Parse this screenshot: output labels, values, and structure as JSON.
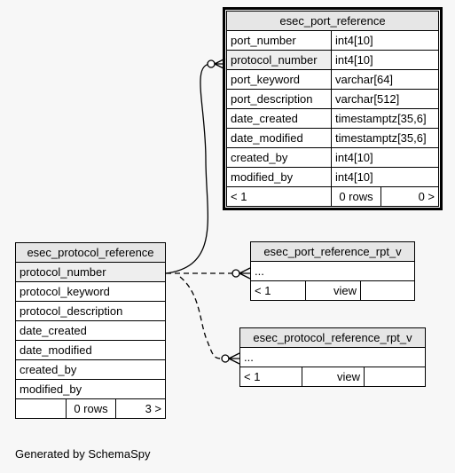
{
  "port_ref": {
    "name": "esec_port_reference",
    "rows": [
      {
        "col": "port_number",
        "type": "int4[10]"
      },
      {
        "col": "protocol_number",
        "type": "int4[10]"
      },
      {
        "col": "port_keyword",
        "type": "varchar[64]"
      },
      {
        "col": "port_description",
        "type": "varchar[512]"
      },
      {
        "col": "date_created",
        "type": "timestamptz[35,6]"
      },
      {
        "col": "date_modified",
        "type": "timestamptz[35,6]"
      },
      {
        "col": "created_by",
        "type": "int4[10]"
      },
      {
        "col": "modified_by",
        "type": "int4[10]"
      }
    ],
    "footer_left": "< 1",
    "footer_mid": "0 rows",
    "footer_right": "0 >"
  },
  "protocol_ref": {
    "name": "esec_protocol_reference",
    "rows": [
      "protocol_number",
      "protocol_keyword",
      "protocol_description",
      "date_created",
      "date_modified",
      "created_by",
      "modified_by"
    ],
    "footer_mid": "0 rows",
    "footer_right": "3 >"
  },
  "port_rpt_v": {
    "name": "esec_port_reference_rpt_v",
    "row": "...",
    "footer_left": "< 1",
    "footer_mid": "view"
  },
  "protocol_rpt_v": {
    "name": "esec_protocol_reference_rpt_v",
    "row": "...",
    "footer_left": "< 1",
    "footer_mid": "view"
  },
  "generated_by": "Generated by SchemaSpy"
}
